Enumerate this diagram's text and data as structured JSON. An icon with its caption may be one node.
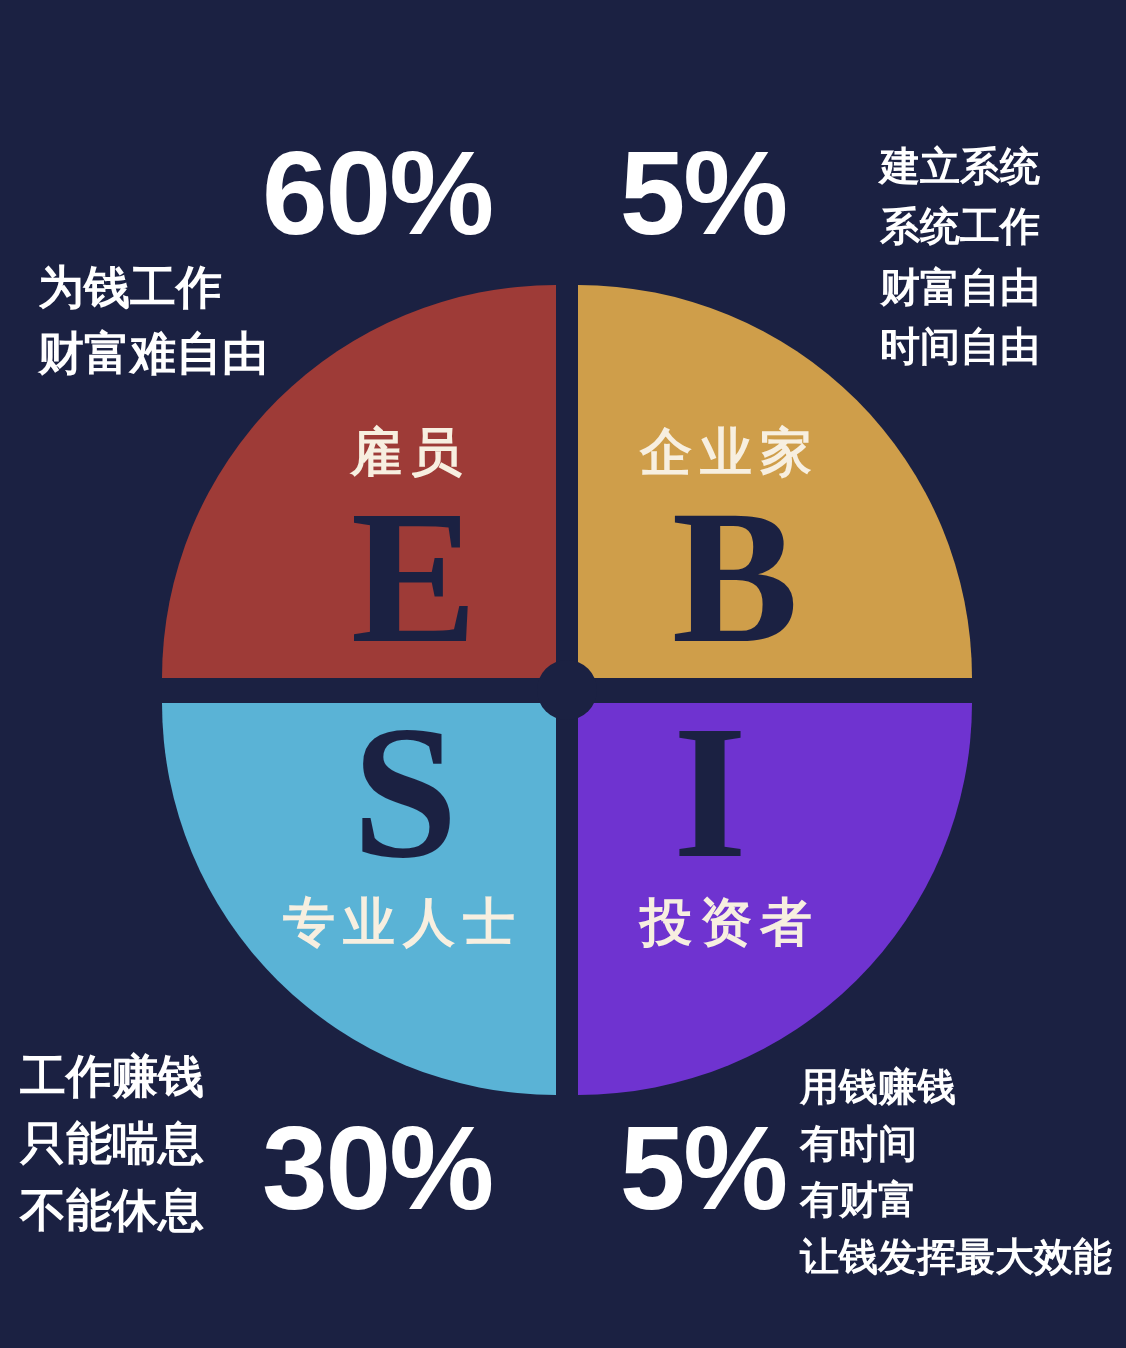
{
  "diagram": {
    "nodes": [
      {
        "text": [
          "雇员",
          "E"
        ],
        "beside": [
          "60%",
          "为钱工作",
          "财富难自由"
        ]
      },
      {
        "text": [
          "企业家",
          "B"
        ],
        "beside": [
          "5%",
          "建立系统",
          "系统工作",
          "财富自由",
          "时间自由"
        ]
      },
      {
        "text": [
          "S",
          "专业人士"
        ],
        "beside": [
          "工作赚钱",
          "只能喘息",
          "不能休息",
          "30%"
        ]
      },
      {
        "text": [
          "I",
          "投资者"
        ],
        "beside": [
          "5%",
          "用钱赚钱",
          "有时间",
          "有财富",
          "让钱发挥最大效能"
        ]
      }
    ]
  }
}
